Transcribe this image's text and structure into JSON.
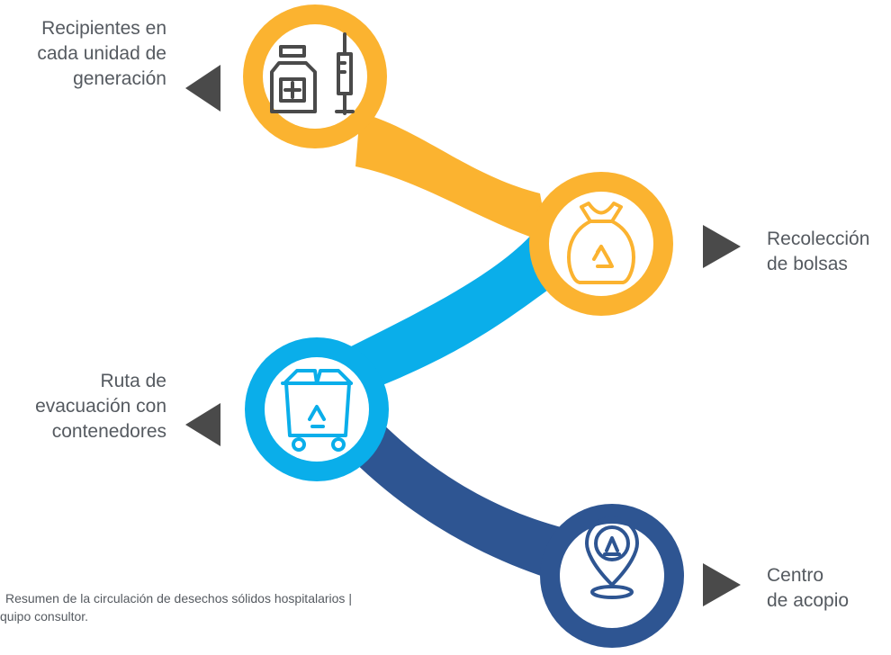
{
  "colors": {
    "step1": "#FBB330",
    "step2": "#FBB330",
    "step3": "#0AAEEA",
    "step4": "#2E5592",
    "arrow": "#4A4A4A",
    "icon_dark": "#4A4A4A",
    "text": "#555A60"
  },
  "steps": [
    {
      "lines": [
        "Recipientes en",
        "cada unidad de",
        "generación"
      ],
      "icon": "medicine-bottle-syringe-icon"
    },
    {
      "lines": [
        "Recolección",
        "de bolsas"
      ],
      "icon": "recycle-bag-icon"
    },
    {
      "lines": [
        "Ruta de",
        "evacuación con",
        "contenedores"
      ],
      "icon": "recycle-container-icon"
    },
    {
      "lines": [
        "Centro",
        "de acopio"
      ],
      "icon": "recycle-location-pin-icon"
    }
  ],
  "caption": {
    "line1": "Resumen de la circulación de desechos sólidos hospitalarios  |",
    "line2": "quipo consultor."
  }
}
